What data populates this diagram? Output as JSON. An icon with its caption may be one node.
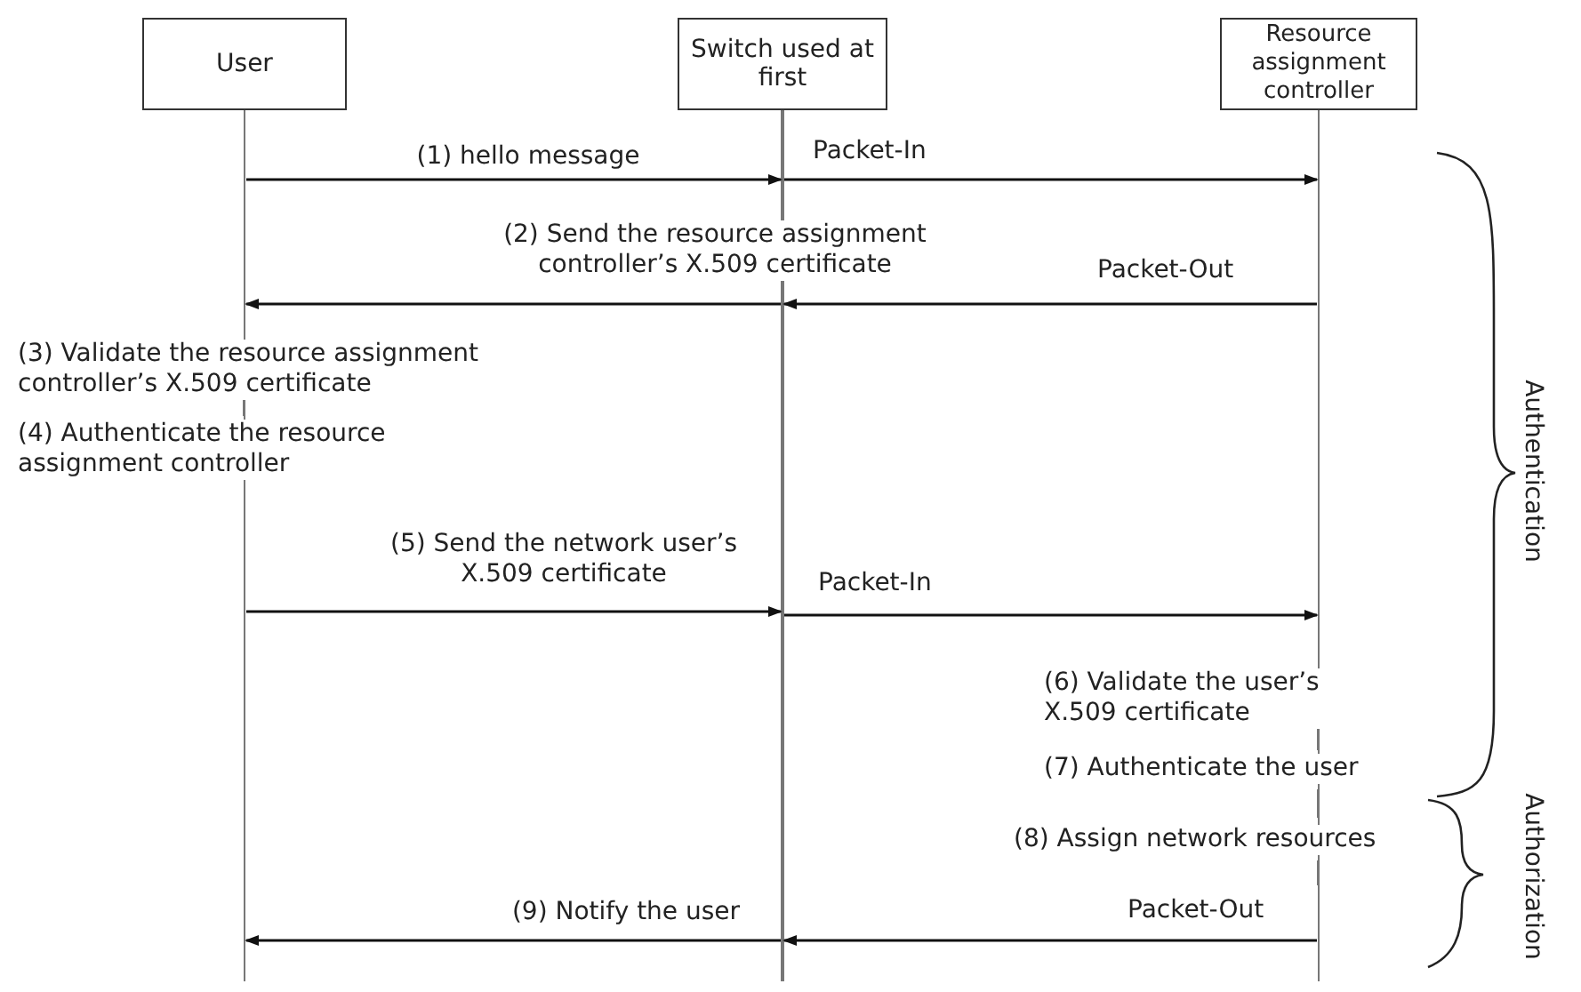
{
  "diagram": {
    "nodes": [
      {
        "text": [
          "User"
        ]
      },
      {
        "text": [
          "Switch used at first"
        ]
      },
      {
        "text": [
          "Resource assignment controller"
        ]
      }
    ],
    "edges": [
      {
        "from": 0,
        "to": 1,
        "arrow": "to",
        "label": "(1) hello message"
      },
      {
        "from": 1,
        "to": 2,
        "arrow": "to",
        "label": "Packet-In"
      },
      {
        "from": 2,
        "to": 1,
        "arrow": "to",
        "label": "Packet-Out"
      },
      {
        "from": 1,
        "to": 0,
        "arrow": "to",
        "label": "(2) Send the resource assignment controller’s X.509 certificate"
      },
      {
        "from": 0,
        "to": 1,
        "arrow": "to",
        "label": "(5) Send the network user’s X.509 certificate"
      },
      {
        "from": 1,
        "to": 2,
        "arrow": "to",
        "label": "Packet-In"
      },
      {
        "from": 2,
        "to": 1,
        "arrow": "to",
        "label": "Packet-Out"
      },
      {
        "from": 1,
        "to": 0,
        "arrow": "to",
        "label": "(9) Notify the user"
      }
    ],
    "labels": [
      "(3) Validate the resource assignment controller’s X.509 certificate",
      "(4) Authenticate the resource assignment controller",
      "(6) Validate the user’s X.509 certificate",
      "(7) Authenticate the user",
      "(8) Assign network resources",
      "Authentication",
      "Authorization"
    ]
  }
}
